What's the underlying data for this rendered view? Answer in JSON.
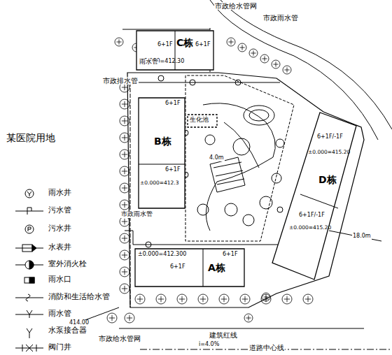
{
  "diagram": {
    "nodes": [
      {
        "text": [
          "6+1F",
          "±0.000=412.30",
          "C栋",
          "6+1F"
        ]
      },
      {
        "text": [
          "6+1F",
          "B栋",
          "6+1F",
          "±0.000=412.3"
        ]
      },
      {
        "text": [
          "生化池"
        ]
      },
      {
        "text": [
          "6+1F/-1F",
          "±0.000=415.20",
          "D栋",
          "6+1F/-1F",
          "±0.000=415.20"
        ]
      },
      {
        "text": [
          "±0.000=412.300",
          "6+1F",
          "A栋",
          "6+1F"
        ]
      }
    ],
    "labels": [
      "某医院用地",
      "市政给水管网",
      "市政雨水管",
      "雨水管",
      "市政排水管",
      "4.0m",
      "市政雨水管",
      "414.00",
      "市政给水管网",
      "建筑红线",
      "i=4.0%",
      "道路中心线",
      "18.0m"
    ],
    "legend": [
      {
        "text": "雨水井"
      },
      {
        "text": "污水管"
      },
      {
        "text": "污水井"
      },
      {
        "text": "水表井"
      },
      {
        "text": "室外消火栓"
      },
      {
        "text": "雨水口"
      },
      {
        "text": "消防和生活给水管"
      },
      {
        "text": "雨水管"
      },
      {
        "text": "水泵接合器"
      },
      {
        "text": "阀门井"
      }
    ]
  }
}
